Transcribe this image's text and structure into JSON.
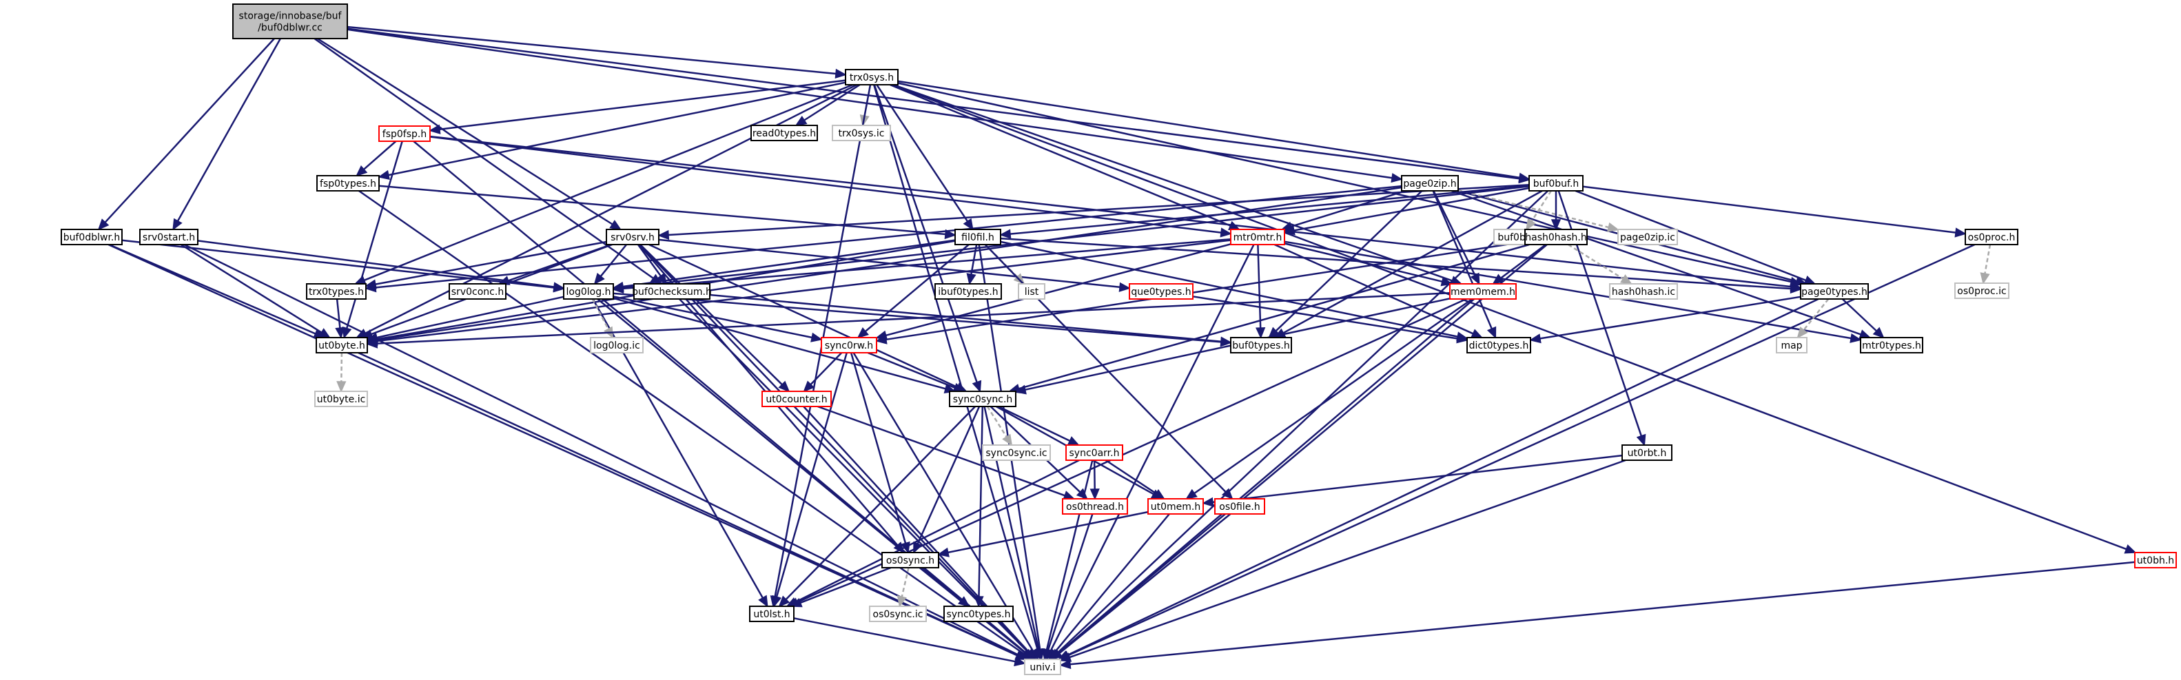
{
  "graph": {
    "type": "include dependency graph",
    "colors": {
      "edge": "#191970",
      "edge_dashed": "#a9a9a9",
      "box_border": "#000000",
      "box_missing_border": "#ff0000",
      "box_ic_border": "#bfbfbf",
      "root_fill": "#bfbfbf",
      "text": "#000000"
    },
    "nodes": [
      {
        "id": "root",
        "lines": [
          "storage/innobase/buf",
          "/buf0dblwr.cc"
        ],
        "style": "root"
      },
      {
        "id": "trx0sys_h",
        "lines": [
          "trx0sys.h"
        ],
        "style": "normal"
      },
      {
        "id": "fsp0fsp_h",
        "lines": [
          "fsp0fsp.h"
        ],
        "style": "red"
      },
      {
        "id": "read0types_h",
        "lines": [
          "read0types.h"
        ],
        "style": "normal"
      },
      {
        "id": "trx0sys_ic",
        "lines": [
          "trx0sys.ic"
        ],
        "style": "gray"
      },
      {
        "id": "fsp0types_h",
        "lines": [
          "fsp0types.h"
        ],
        "style": "normal"
      },
      {
        "id": "page0zip_h",
        "lines": [
          "page0zip.h"
        ],
        "style": "normal"
      },
      {
        "id": "buf0buf_h",
        "lines": [
          "buf0buf.h"
        ],
        "style": "normal"
      },
      {
        "id": "buf0dblwr_h",
        "lines": [
          "buf0dblwr.h"
        ],
        "style": "normal"
      },
      {
        "id": "srv0start_h",
        "lines": [
          "srv0start.h"
        ],
        "style": "normal"
      },
      {
        "id": "srv0srv_h",
        "lines": [
          "srv0srv.h"
        ],
        "style": "normal"
      },
      {
        "id": "fil0fil_h",
        "lines": [
          "fil0fil.h"
        ],
        "style": "normal"
      },
      {
        "id": "mtr0mtr_h",
        "lines": [
          "mtr0mtr.h"
        ],
        "style": "red"
      },
      {
        "id": "buf0buf_ic",
        "lines": [
          "buf0buf.ic"
        ],
        "style": "gray"
      },
      {
        "id": "hash0hash_h",
        "lines": [
          "hash0hash.h"
        ],
        "style": "normal"
      },
      {
        "id": "page0zip_ic",
        "lines": [
          "page0zip.ic"
        ],
        "style": "gray"
      },
      {
        "id": "os0proc_h",
        "lines": [
          "os0proc.h"
        ],
        "style": "normal"
      },
      {
        "id": "os0proc_ic",
        "lines": [
          "os0proc.ic"
        ],
        "style": "gray"
      },
      {
        "id": "trx0types_h",
        "lines": [
          "trx0types.h"
        ],
        "style": "normal"
      },
      {
        "id": "srv0conc_h",
        "lines": [
          "srv0conc.h"
        ],
        "style": "normal"
      },
      {
        "id": "log0log_h",
        "lines": [
          "log0log.h"
        ],
        "style": "normal"
      },
      {
        "id": "buf0checksum_h",
        "lines": [
          "buf0checksum.h"
        ],
        "style": "normal"
      },
      {
        "id": "ibuf0types_h",
        "lines": [
          "ibuf0types.h"
        ],
        "style": "normal"
      },
      {
        "id": "list",
        "lines": [
          "list"
        ],
        "style": "gray"
      },
      {
        "id": "que0types_h",
        "lines": [
          "que0types.h"
        ],
        "style": "red"
      },
      {
        "id": "mem0mem_h",
        "lines": [
          "mem0mem.h"
        ],
        "style": "red"
      },
      {
        "id": "hash0hash_ic",
        "lines": [
          "hash0hash.ic"
        ],
        "style": "gray"
      },
      {
        "id": "page0types_h",
        "lines": [
          "page0types.h"
        ],
        "style": "normal"
      },
      {
        "id": "ut0byte_h",
        "lines": [
          "ut0byte.h"
        ],
        "style": "normal"
      },
      {
        "id": "log0log_ic",
        "lines": [
          "log0log.ic"
        ],
        "style": "gray"
      },
      {
        "id": "sync0rw_h",
        "lines": [
          "sync0rw.h"
        ],
        "style": "red"
      },
      {
        "id": "buf0types_h",
        "lines": [
          "buf0types.h"
        ],
        "style": "normal"
      },
      {
        "id": "dict0types_h",
        "lines": [
          "dict0types.h"
        ],
        "style": "normal"
      },
      {
        "id": "map",
        "lines": [
          "map"
        ],
        "style": "gray"
      },
      {
        "id": "mtr0types_h",
        "lines": [
          "mtr0types.h"
        ],
        "style": "normal"
      },
      {
        "id": "ut0byte_ic",
        "lines": [
          "ut0byte.ic"
        ],
        "style": "gray"
      },
      {
        "id": "ut0counter_h",
        "lines": [
          "ut0counter.h"
        ],
        "style": "red"
      },
      {
        "id": "sync0sync_h",
        "lines": [
          "sync0sync.h"
        ],
        "style": "normal"
      },
      {
        "id": "sync0sync_ic",
        "lines": [
          "sync0sync.ic"
        ],
        "style": "gray"
      },
      {
        "id": "sync0arr_h",
        "lines": [
          "sync0arr.h"
        ],
        "style": "red"
      },
      {
        "id": "ut0rbt_h",
        "lines": [
          "ut0rbt.h"
        ],
        "style": "normal"
      },
      {
        "id": "os0thread_h",
        "lines": [
          "os0thread.h"
        ],
        "style": "red"
      },
      {
        "id": "ut0mem_h",
        "lines": [
          "ut0mem.h"
        ],
        "style": "red"
      },
      {
        "id": "os0file_h",
        "lines": [
          "os0file.h"
        ],
        "style": "red"
      },
      {
        "id": "os0sync_h",
        "lines": [
          "os0sync.h"
        ],
        "style": "normal"
      },
      {
        "id": "ut0lst_h",
        "lines": [
          "ut0lst.h"
        ],
        "style": "normal"
      },
      {
        "id": "os0sync_ic",
        "lines": [
          "os0sync.ic"
        ],
        "style": "gray"
      },
      {
        "id": "sync0types_h",
        "lines": [
          "sync0types.h"
        ],
        "style": "normal"
      },
      {
        "id": "ut0bh_h",
        "lines": [
          "ut0bh.h"
        ],
        "style": "red"
      },
      {
        "id": "univ_i",
        "lines": [
          "univ.i"
        ],
        "style": "gray"
      }
    ],
    "edges": [
      [
        "root",
        "trx0sys_h",
        false
      ],
      [
        "root",
        "buf0buf_h",
        false
      ],
      [
        "root",
        "page0zip_h",
        false
      ],
      [
        "root",
        "buf0dblwr_h",
        false
      ],
      [
        "root",
        "srv0start_h",
        false
      ],
      [
        "root",
        "srv0srv_h",
        false
      ],
      [
        "root",
        "buf0checksum_h",
        false
      ],
      [
        "trx0sys_h",
        "fsp0fsp_h",
        false
      ],
      [
        "trx0sys_h",
        "read0types_h",
        false
      ],
      [
        "trx0sys_h",
        "trx0sys_ic",
        true
      ],
      [
        "trx0sys_h",
        "fsp0types_h",
        false
      ],
      [
        "trx0sys_h",
        "fil0fil_h",
        false
      ],
      [
        "trx0sys_h",
        "mtr0mtr_h",
        false
      ],
      [
        "trx0sys_h",
        "mem0mem_h",
        false
      ],
      [
        "trx0sys_h",
        "buf0buf_h",
        false
      ],
      [
        "trx0sys_h",
        "page0types_h",
        false
      ],
      [
        "trx0sys_h",
        "ut0byte_h",
        false
      ],
      [
        "trx0sys_h",
        "trx0types_h",
        false
      ],
      [
        "trx0sys_h",
        "ut0lst_h",
        false
      ],
      [
        "trx0sys_h",
        "sync0sync_h",
        false
      ],
      [
        "trx0sys_h",
        "ut0bh_h",
        false
      ],
      [
        "trx0sys_h",
        "univ_i",
        false
      ],
      [
        "fsp0fsp_h",
        "fsp0types_h",
        false
      ],
      [
        "fsp0fsp_h",
        "mtr0mtr_h",
        false
      ],
      [
        "fsp0fsp_h",
        "page0types_h",
        false
      ],
      [
        "fsp0fsp_h",
        "ut0byte_h",
        false
      ],
      [
        "fsp0fsp_h",
        "univ_i",
        false
      ],
      [
        "fsp0types_h",
        "fil0fil_h",
        false
      ],
      [
        "fsp0types_h",
        "univ_i",
        false
      ],
      [
        "page0zip_h",
        "mtr0mtr_h",
        false
      ],
      [
        "page0zip_h",
        "page0types_h",
        false
      ],
      [
        "page0zip_h",
        "buf0types_h",
        false
      ],
      [
        "page0zip_h",
        "mem0mem_h",
        false
      ],
      [
        "page0zip_h",
        "trx0types_h",
        false
      ],
      [
        "page0zip_h",
        "page0zip_ic",
        true
      ],
      [
        "page0zip_h",
        "dict0types_h",
        false
      ],
      [
        "page0zip_h",
        "mtr0types_h",
        false
      ],
      [
        "page0zip_h",
        "ut0byte_h",
        false
      ],
      [
        "buf0buf_h",
        "fil0fil_h",
        false
      ],
      [
        "buf0buf_h",
        "mtr0mtr_h",
        false
      ],
      [
        "buf0buf_h",
        "buf0types_h",
        false
      ],
      [
        "buf0buf_h",
        "buf0buf_ic",
        true
      ],
      [
        "buf0buf_h",
        "hash0hash_h",
        false
      ],
      [
        "buf0buf_h",
        "os0proc_h",
        false
      ],
      [
        "buf0buf_h",
        "page0types_h",
        false
      ],
      [
        "buf0buf_h",
        "ut0rbt_h",
        false
      ],
      [
        "buf0buf_h",
        "log0log_h",
        false
      ],
      [
        "buf0buf_h",
        "srv0srv_h",
        false
      ],
      [
        "buf0buf_h",
        "univ_i",
        false
      ],
      [
        "buf0dblwr_h",
        "log0log_h",
        false
      ],
      [
        "buf0dblwr_h",
        "ut0byte_h",
        false
      ],
      [
        "buf0dblwr_h",
        "univ_i",
        false
      ],
      [
        "srv0start_h",
        "log0log_h",
        false
      ],
      [
        "srv0start_h",
        "ut0byte_h",
        false
      ],
      [
        "srv0start_h",
        "univ_i",
        false
      ],
      [
        "srv0srv_h",
        "log0log_h",
        false
      ],
      [
        "srv0srv_h",
        "os0sync_h",
        false
      ],
      [
        "srv0srv_h",
        "que0types_h",
        false
      ],
      [
        "srv0srv_h",
        "trx0types_h",
        false
      ],
      [
        "srv0srv_h",
        "srv0conc_h",
        false
      ],
      [
        "srv0srv_h",
        "buf0checksum_h",
        false
      ],
      [
        "srv0srv_h",
        "ut0counter_h",
        false
      ],
      [
        "srv0srv_h",
        "sync0sync_h",
        false
      ],
      [
        "srv0srv_h",
        "ut0byte_h",
        false
      ],
      [
        "srv0srv_h",
        "univ_i",
        false
      ],
      [
        "fil0fil_h",
        "dict0types_h",
        false
      ],
      [
        "fil0fil_h",
        "ibuf0types_h",
        false
      ],
      [
        "fil0fil_h",
        "list",
        true
      ],
      [
        "fil0fil_h",
        "log0log_h",
        false
      ],
      [
        "fil0fil_h",
        "sync0rw_h",
        false
      ],
      [
        "fil0fil_h",
        "os0file_h",
        false
      ],
      [
        "fil0fil_h",
        "page0types_h",
        false
      ],
      [
        "fil0fil_h",
        "ut0byte_h",
        false
      ],
      [
        "fil0fil_h",
        "univ_i",
        false
      ],
      [
        "mtr0mtr_h",
        "mem0mem_h",
        false
      ],
      [
        "mtr0mtr_h",
        "dict0types_h",
        false
      ],
      [
        "mtr0mtr_h",
        "buf0types_h",
        false
      ],
      [
        "mtr0mtr_h",
        "mtr0types_h",
        false
      ],
      [
        "mtr0mtr_h",
        "sync0rw_h",
        false
      ],
      [
        "mtr0mtr_h",
        "log0log_h",
        false
      ],
      [
        "mtr0mtr_h",
        "ut0byte_h",
        false
      ],
      [
        "mtr0mtr_h",
        "univ_i",
        false
      ],
      [
        "hash0hash_h",
        "hash0hash_ic",
        true
      ],
      [
        "hash0hash_h",
        "mem0mem_h",
        false
      ],
      [
        "hash0hash_h",
        "sync0rw_h",
        false
      ],
      [
        "hash0hash_h",
        "sync0sync_h",
        false
      ],
      [
        "hash0hash_h",
        "univ_i",
        false
      ],
      [
        "os0proc_h",
        "os0proc_ic",
        true
      ],
      [
        "os0proc_h",
        "univ_i",
        false
      ],
      [
        "trx0types_h",
        "ut0byte_h",
        false
      ],
      [
        "log0log_h",
        "ut0byte_h",
        false
      ],
      [
        "log0log_h",
        "ut0lst_h",
        false
      ],
      [
        "log0log_h",
        "sync0rw_h",
        false
      ],
      [
        "log0log_h",
        "log0log_ic",
        true
      ],
      [
        "log0log_h",
        "sync0sync_h",
        false
      ],
      [
        "log0log_h",
        "buf0types_h",
        false
      ],
      [
        "log0log_h",
        "univ_i",
        false
      ],
      [
        "buf0checksum_h",
        "buf0types_h",
        false
      ],
      [
        "buf0checksum_h",
        "univ_i",
        false
      ],
      [
        "que0types_h",
        "dict0types_h",
        false
      ],
      [
        "mem0mem_h",
        "ut0mem_h",
        false
      ],
      [
        "mem0mem_h",
        "ut0byte_h",
        false
      ],
      [
        "mem0mem_h",
        "ut0lst_h",
        false
      ],
      [
        "mem0mem_h",
        "sync0sync_h",
        false
      ],
      [
        "mem0mem_h",
        "univ_i",
        false
      ],
      [
        "page0types_h",
        "dict0types_h",
        false
      ],
      [
        "page0types_h",
        "mtr0types_h",
        false
      ],
      [
        "page0types_h",
        "map",
        true
      ],
      [
        "page0types_h",
        "univ_i",
        false
      ],
      [
        "ut0byte_h",
        "ut0byte_ic",
        true
      ],
      [
        "ut0byte_h",
        "univ_i",
        false
      ],
      [
        "sync0rw_h",
        "sync0sync_h",
        false
      ],
      [
        "sync0rw_h",
        "ut0counter_h",
        false
      ],
      [
        "sync0rw_h",
        "os0sync_h",
        false
      ],
      [
        "sync0rw_h",
        "ut0lst_h",
        false
      ],
      [
        "sync0rw_h",
        "univ_i",
        false
      ],
      [
        "ut0counter_h",
        "os0thread_h",
        false
      ],
      [
        "ut0counter_h",
        "univ_i",
        false
      ],
      [
        "sync0sync_h",
        "sync0sync_ic",
        true
      ],
      [
        "sync0sync_h",
        "sync0arr_h",
        false
      ],
      [
        "sync0sync_h",
        "ut0mem_h",
        false
      ],
      [
        "sync0sync_h",
        "os0thread_h",
        false
      ],
      [
        "sync0sync_h",
        "os0sync_h",
        false
      ],
      [
        "sync0sync_h",
        "ut0lst_h",
        false
      ],
      [
        "sync0sync_h",
        "sync0types_h",
        false
      ],
      [
        "sync0sync_h",
        "univ_i",
        false
      ],
      [
        "sync0arr_h",
        "os0thread_h",
        false
      ],
      [
        "sync0arr_h",
        "ut0mem_h",
        false
      ],
      [
        "sync0arr_h",
        "ut0lst_h",
        false
      ],
      [
        "sync0arr_h",
        "univ_i",
        false
      ],
      [
        "ut0rbt_h",
        "ut0mem_h",
        false
      ],
      [
        "ut0rbt_h",
        "univ_i",
        false
      ],
      [
        "os0thread_h",
        "univ_i",
        false
      ],
      [
        "ut0mem_h",
        "os0sync_h",
        false
      ],
      [
        "ut0mem_h",
        "univ_i",
        false
      ],
      [
        "os0file_h",
        "univ_i",
        false
      ],
      [
        "os0sync_h",
        "ut0lst_h",
        false
      ],
      [
        "os0sync_h",
        "os0sync_ic",
        true
      ],
      [
        "os0sync_h",
        "sync0types_h",
        false
      ],
      [
        "os0sync_h",
        "univ_i",
        false
      ],
      [
        "ut0lst_h",
        "univ_i",
        false
      ],
      [
        "ut0bh_h",
        "univ_i",
        false
      ]
    ]
  }
}
